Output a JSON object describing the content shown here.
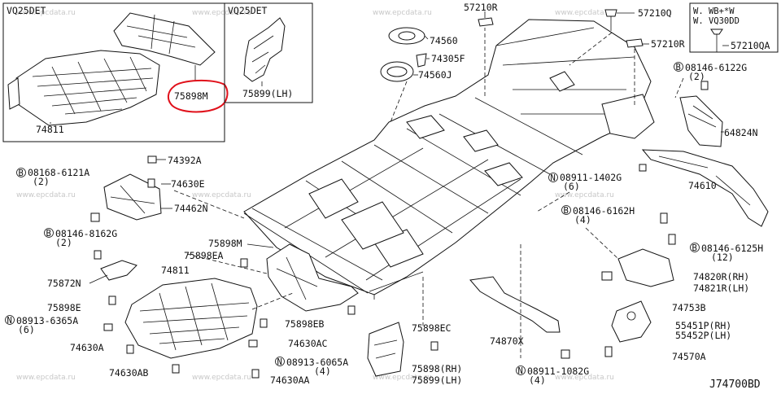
{
  "boxes": {
    "left_engine": "VQ25DET",
    "middle_engine": "VQ25DET",
    "right_header_line1": "W. WB+*W",
    "right_header_line2": "W. VQ30DD"
  },
  "watermark": "www.epcdata.ru",
  "diagram_code": "J74700BD",
  "highlight_label": "75898M",
  "labels": {
    "p74811_top": "74811",
    "p75899_lh": "75899(LH)",
    "p57210R_top": "57210R",
    "p57210Q": "57210Q",
    "p57210QA": "57210QA",
    "p57210R_right": "57210R",
    "p74560": "74560",
    "p74305F": "74305F",
    "p74560J": "74560J",
    "p08146_6122G": "08146-6122G",
    "p08146_6122G_qty": "(2)",
    "p64824N": "64824N",
    "p74392A": "74392A",
    "p08168_6121A": "08168-6121A",
    "p08168_6121A_qty": "(2)",
    "p74630E": "74630E",
    "p74462N": "74462N",
    "p08911_1402G": "08911-1402G",
    "p08911_1402G_qty": "(6)",
    "p74610": "74610",
    "p08146_6162H": "08146-6162H",
    "p08146_6162H_qty": "(4)",
    "p08146_8162G": "08146-8162G",
    "p08146_8162G_qty": "(2)",
    "p75898M": "75898M",
    "p08146_6125H": "08146-6125H",
    "p08146_6125H_qty": "(12)",
    "p75898EA": "75898EA",
    "p74811_bottom": "74811",
    "p75872N": "75872N",
    "p74820R": "74820R(RH)",
    "p74821R": "74821R(LH)",
    "p74753B": "74753B",
    "p75898E": "75898E",
    "p08913_6365A": "08913-6365A",
    "p08913_6365A_qty": "(6)",
    "p75898EB": "75898EB",
    "p74870X": "74870X",
    "p55451P": "55451P(RH)",
    "p55452P": "55452P(LH)",
    "p75898EC": "75898EC",
    "p74630A": "74630A",
    "p74630AC": "74630AC",
    "p08913_6065A": "08913-6065A",
    "p08913_6065A_qty": "(4)",
    "p74570A": "74570A",
    "p74630AB": "74630AB",
    "p74630AA": "74630AA",
    "p75898_rh": "75898(RH)",
    "p75899_lh_bottom": "75899(LH)",
    "p08911_1082G": "08911-1082G",
    "p08911_1082G_qty": "(4)"
  },
  "prefix_marks": {
    "B": "B",
    "N": "N"
  }
}
